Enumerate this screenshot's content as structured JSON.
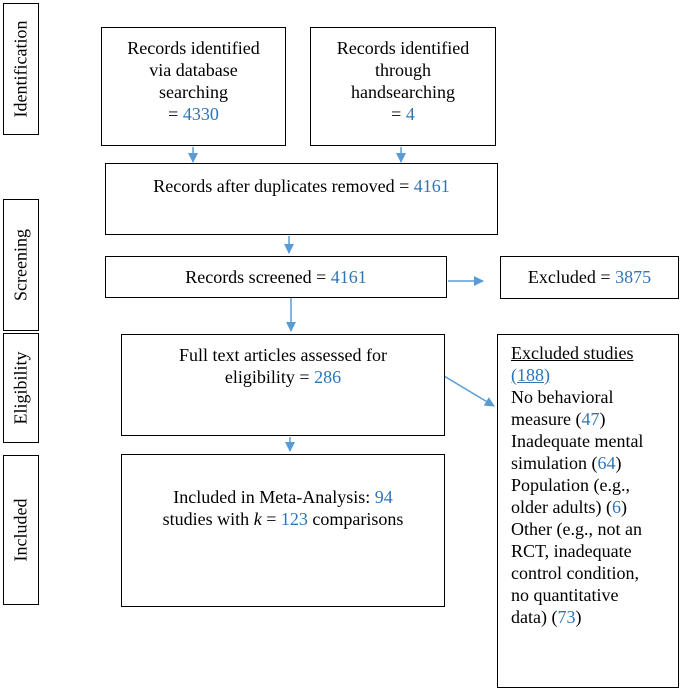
{
  "stages": {
    "identification": "Identification",
    "screening": "Screening",
    "eligibility": "Eligibility",
    "included": "Included"
  },
  "boxes": {
    "database": {
      "line1": "Records identified",
      "line2": "via database",
      "line3": "searching",
      "prefix": "= ",
      "value": "4330"
    },
    "handsearch": {
      "line1": "Records identified",
      "line2": "through",
      "line3": "handsearching",
      "prefix": "= ",
      "value": "4"
    },
    "duplicates": {
      "text": "Records after duplicates removed = ",
      "value": "4161"
    },
    "screened": {
      "text": "Records screened = ",
      "value": "4161"
    },
    "excluded": {
      "text": "Excluded = ",
      "value": "3875"
    },
    "fulltext": {
      "line1": "Full text articles assessed for",
      "line2_prefix": "eligibility = ",
      "value": "286"
    },
    "included": {
      "line1": "Included in Meta-Analysis: ",
      "value1": "94",
      "line2_a": "studies with ",
      "k": "k",
      "line2_b": " = ",
      "value2": "123",
      "line2_c": " comparisons"
    },
    "excluded_studies": {
      "title": "Excluded studies",
      "total_open": "(",
      "total": "188",
      "total_close": ")",
      "items": [
        {
          "line1": "No behavioral",
          "line2": "measure (",
          "value": "47",
          "close": ")"
        },
        {
          "line1": "Inadequate mental",
          "line2": "simulation (",
          "value": "64",
          "close": ")"
        },
        {
          "line1": "Population (e.g.,",
          "line2": "older adults) (",
          "value": "6",
          "close": ")"
        },
        {
          "line1": "Other (e.g., not an",
          "line2": "RCT, inadequate",
          "line3": "control condition,",
          "line4": "no quantitative",
          "line5": "data) (",
          "value": "73",
          "close": ")"
        }
      ]
    }
  },
  "colors": {
    "arrow": "#5b9bd5",
    "number": "#2e75b6"
  }
}
